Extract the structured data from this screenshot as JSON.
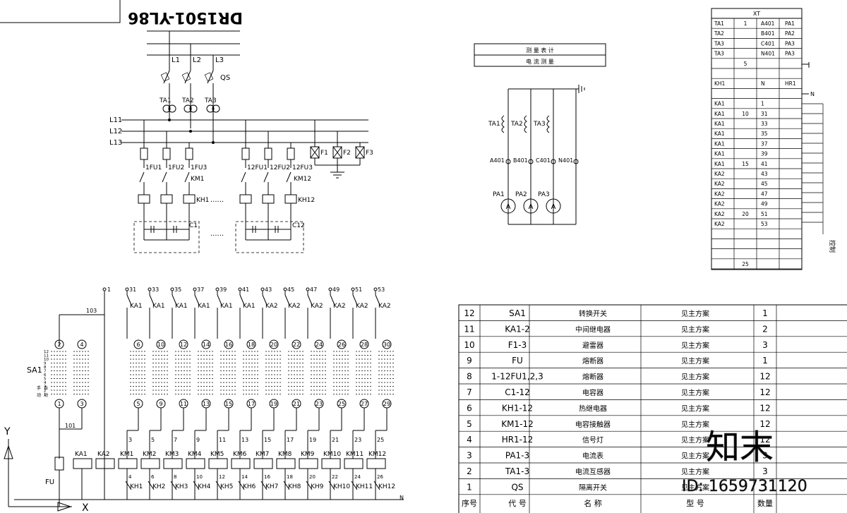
{
  "title_block": {
    "code": "DR1501-YL86"
  },
  "power": {
    "phases": [
      "L1",
      "L2",
      "L3"
    ],
    "qs": "QS",
    "ct_labels": [
      "TA1",
      "TA2",
      "TA3"
    ],
    "bus": [
      "L11",
      "L12",
      "L13"
    ],
    "fuses_a": [
      "1FU1",
      "1FU2",
      "1FU3"
    ],
    "fuses_b": [
      "12FU1",
      "12FU2",
      "12FU3"
    ],
    "km": [
      "KM1",
      "KM12"
    ],
    "kh": [
      "KH1",
      "KH12"
    ],
    "c": [
      "C1",
      "C12"
    ],
    "arresters": [
      "F1",
      "F2",
      "F3"
    ],
    "ellipsis": "......"
  },
  "meter_table": {
    "row1": "测 量 表 计",
    "row2": "电 流 测 量"
  },
  "meter": {
    "cts": [
      "TA1",
      "TA2",
      "TA3"
    ],
    "terms": [
      "A401",
      "B401",
      "C401",
      "N401"
    ],
    "meters": [
      "PA1",
      "PA2",
      "PA3"
    ],
    "meter_symbol": "A"
  },
  "terminal": {
    "title": "XT",
    "rows": [
      [
        "TA1",
        "1",
        "A401",
        "PA1"
      ],
      [
        "TA2",
        "",
        "B401",
        "PA2"
      ],
      [
        "TA3",
        "",
        "C401",
        "PA3"
      ],
      [
        "TA3",
        "",
        "N401",
        "PA3"
      ],
      [
        "",
        "5",
        "",
        ""
      ],
      [
        "",
        "",
        "",
        ""
      ],
      [
        "KH1",
        "",
        "N",
        "HR1"
      ],
      [
        "",
        "",
        "",
        ""
      ],
      [
        "KA1",
        "",
        "1",
        ""
      ],
      [
        "KA1",
        "10",
        "31",
        ""
      ],
      [
        "KA1",
        "",
        "33",
        ""
      ],
      [
        "KA1",
        "",
        "35",
        ""
      ],
      [
        "KA1",
        "",
        "37",
        ""
      ],
      [
        "KA1",
        "",
        "39",
        ""
      ],
      [
        "KA1",
        "15",
        "41",
        ""
      ],
      [
        "KA2",
        "",
        "43",
        ""
      ],
      [
        "KA2",
        "",
        "45",
        ""
      ],
      [
        "KA2",
        "",
        "47",
        ""
      ],
      [
        "KA2",
        "",
        "49",
        ""
      ],
      [
        "KA2",
        "20",
        "51",
        ""
      ],
      [
        "KA2",
        "",
        "53",
        ""
      ],
      [
        "",
        "",
        "",
        ""
      ],
      [
        "",
        "",
        "",
        ""
      ],
      [
        "",
        "",
        "",
        ""
      ],
      [
        "",
        "25",
        "",
        ""
      ]
    ],
    "n_label": "N",
    "side_label": "控制"
  },
  "control": {
    "top_nodes": [
      "1",
      "31",
      "33",
      "35",
      "37",
      "39",
      "41",
      "43",
      "45",
      "47",
      "49",
      "51",
      "53"
    ],
    "ka": [
      "KA1",
      "KA1",
      "KA1",
      "KA1",
      "KA1",
      "KA1",
      "KA2",
      "KA2",
      "KA2",
      "KA2",
      "KA2",
      "KA2"
    ],
    "wire103": "103",
    "wire101": "101",
    "sa1": "SA1",
    "sa_nums": [
      "12",
      "11",
      "10",
      "9",
      "8",
      "7",
      "6",
      "5",
      "4",
      "3",
      "2",
      "1"
    ],
    "sa_words": [
      "手",
      "动",
      "自",
      "动"
    ],
    "top_circles": [
      "2",
      "4",
      "6",
      "10",
      "12",
      "14",
      "16",
      "18",
      "20",
      "22",
      "24",
      "26",
      "28",
      "30"
    ],
    "bot_circles": [
      "1",
      "3",
      "5",
      "9",
      "11",
      "13",
      "15",
      "17",
      "19",
      "21",
      "23",
      "25",
      "27",
      "29"
    ],
    "coil_nums": [
      "3",
      "5",
      "7",
      "9",
      "11",
      "13",
      "15",
      "17",
      "19",
      "21",
      "23",
      "25"
    ],
    "coils": [
      "KA1",
      "KA2",
      "KM1",
      "KM2",
      "KM3",
      "KM4",
      "KM5",
      "KM6",
      "KM7",
      "KM8",
      "KM9",
      "KM10",
      "KM11",
      "KM12"
    ],
    "kh_nums": [
      "4",
      "6",
      "8",
      "10",
      "12",
      "14",
      "16",
      "18",
      "20",
      "22",
      "24",
      "26"
    ],
    "khs": [
      "KH1",
      "KH2",
      "KH3",
      "KH4",
      "KH5",
      "KH6",
      "KH7",
      "KH8",
      "KH9",
      "KH10",
      "KH11",
      "KH12"
    ],
    "fu": "FU",
    "n": "N",
    "axis_y": "Y",
    "axis_x": "X"
  },
  "bom": {
    "headers": [
      "序号",
      "代 号",
      "名 称",
      "型 号",
      "数量"
    ],
    "rows": [
      {
        "no": "12",
        "code": "SA1",
        "name": "转换开关",
        "model": "见主方案",
        "qty": "1"
      },
      {
        "no": "11",
        "code": "KA1-2",
        "name": "中间继电器",
        "model": "见主方案",
        "qty": "2"
      },
      {
        "no": "10",
        "code": "F1-3",
        "name": "避雷器",
        "model": "见主方案",
        "qty": "3"
      },
      {
        "no": "9",
        "code": "FU",
        "name": "熔断器",
        "model": "见主方案",
        "qty": "1"
      },
      {
        "no": "8",
        "code": "1-12FU1,2,3",
        "name": "熔断器",
        "model": "见主方案",
        "qty": "12"
      },
      {
        "no": "7",
        "code": "C1-12",
        "name": "电容器",
        "model": "见主方案",
        "qty": "12"
      },
      {
        "no": "6",
        "code": "KH1-12",
        "name": "热继电器",
        "model": "见主方案",
        "qty": "12"
      },
      {
        "no": "5",
        "code": "KM1-12",
        "name": "电容接触器",
        "model": "见主方案",
        "qty": "12"
      },
      {
        "no": "4",
        "code": "HR1-12",
        "name": "信号灯",
        "model": "见主方案",
        "qty": "12"
      },
      {
        "no": "3",
        "code": "PA1-3",
        "name": "电流表",
        "model": "见主方案",
        "qty": "3"
      },
      {
        "no": "2",
        "code": "TA1-3",
        "name": "电流互感器",
        "model": "见主方案",
        "qty": "3"
      },
      {
        "no": "1",
        "code": "QS",
        "name": "隔离开关",
        "model": "见主方案",
        "qty": "1"
      }
    ]
  },
  "watermark": {
    "brand": "知末",
    "id": "ID: 1659731120"
  }
}
